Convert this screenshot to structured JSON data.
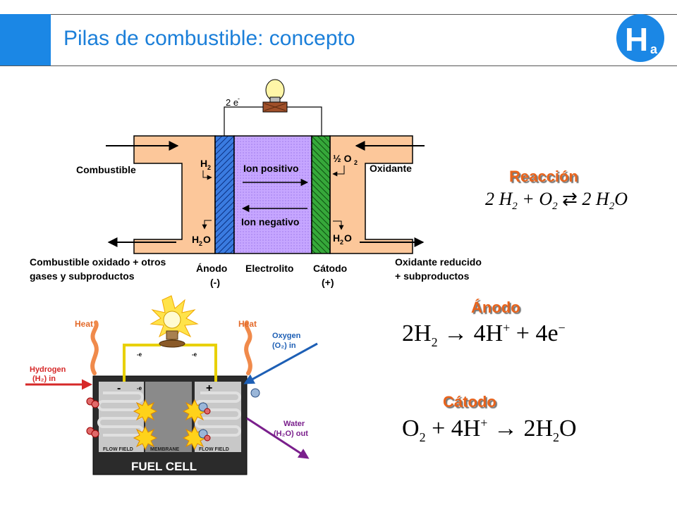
{
  "header": {
    "title": "Pilas de combustible: concepto",
    "accent_color": "#1b87e5",
    "logo": {
      "icon": "ha-logo-icon",
      "letter": "H",
      "subscript": "a"
    }
  },
  "diagram": {
    "electrons": "2 e",
    "electrons_sup": "-",
    "fuel_label": "Combustible",
    "oxidant_label": "Oxidante",
    "h2": "H",
    "h2_sub": "2",
    "o2_half": "½ O",
    "o2_sub": "2",
    "water_left": "H",
    "water_left_sub": "2",
    "water_left_o": "O",
    "water_right": "H",
    "water_right_sub": "2",
    "water_right_o": "O",
    "positive_ion": "Ion positivo",
    "negative_ion": "Ion negativo",
    "fuel_out_line1": "Combustible oxidado + otros",
    "fuel_out_line2": "gases y subproductos",
    "oxidant_out_line1": "Oxidante reducido",
    "oxidant_out_line2": "+ subproductos",
    "anode": "Ánodo",
    "anode_sign": "(-)",
    "electrolyte": "Electrolito",
    "cathode": "Cátodo",
    "cathode_sign": "(+)",
    "colors": {
      "channel": "#fcc79a",
      "anode": "#3a7be0",
      "electrolyte": "#c6a6ff",
      "cathode": "#36a83a"
    }
  },
  "fuel_cell": {
    "heat_left": "Heat",
    "heat_right": "Heat",
    "hydrogen_line1": "Hydrogen",
    "hydrogen_line2": "(H₂) in",
    "oxygen_line1": "Oxygen",
    "oxygen_line2": "(O₂) in",
    "water_line1": "Water",
    "water_line2": "(H₂O) out",
    "electron_left": "-e",
    "electron_right": "-e",
    "electron_inner": "-e",
    "minus": "-",
    "plus": "+",
    "flow_field_left": "FLOW FIELD",
    "membrane": "MEMBRANE",
    "flow_field_right": "FLOW FIELD",
    "title": "FUEL CELL"
  },
  "equations": {
    "reaction_heading": "Reacción",
    "reaction": {
      "a": "2 H",
      "a_sub": "2",
      "plus": " + O",
      "b_sub": "2",
      "arrow": "⇄",
      "c": " 2 H",
      "c_sub": "2",
      "c_end": "O"
    },
    "anode_heading": "Ánodo",
    "anode": {
      "a": "2H",
      "a_sub": "2",
      "arrow": " → 4H",
      "a_sup": "+",
      "b": " + 4e",
      "b_sup": "−"
    },
    "cathode_heading": "Cátodo",
    "cathode": {
      "a": "O",
      "a_sub": "2",
      "b": " + 4H",
      "b_sup": "+",
      "arrow": " → 2H",
      "c_sub": "2",
      "c_end": "O"
    }
  }
}
